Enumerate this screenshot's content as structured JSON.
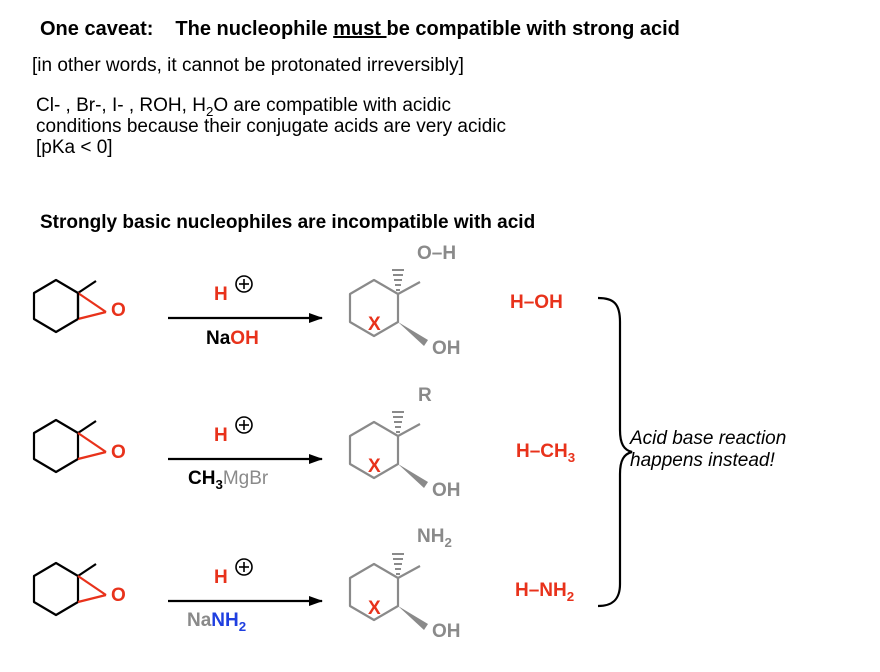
{
  "header": {
    "caveat_label": "One caveat:",
    "statement_pre": "The nucleophile ",
    "statement_emph": "must ",
    "statement_post": "be compatible with strong acid",
    "clarification": "[in other words, it cannot be protonated irreversibly]"
  },
  "compatible": {
    "line1_pre": "Cl- , Br-, I- , ROH, H",
    "line1_sub": "2",
    "line1_post": "O are compatible with acidic",
    "line2": "conditions because their conjugate acids are very acidic",
    "line3": "[pKa < 0]"
  },
  "section_title": "Strongly basic nucleophiles are incompatible with acid",
  "reactions": [
    {
      "reagent_top": "H",
      "charge": "+",
      "reagent_bottom": [
        {
          "text": "Na",
          "color": "black"
        },
        {
          "text": "OH",
          "color": "red"
        }
      ],
      "epoxide_o": "O",
      "product_top": "O–H",
      "product_x": "X",
      "product_oh": "OH",
      "acid_base_product": "H–OH"
    },
    {
      "reagent_top": "H",
      "charge": "+",
      "reagent_bottom_main": "CH",
      "reagent_bottom_sub": "3",
      "reagent_bottom_rest": "MgBr",
      "epoxide_o": "O",
      "product_top": "R",
      "product_x": "X",
      "product_oh": "OH",
      "acid_base_product_main": "H–CH",
      "acid_base_product_sub": "3"
    },
    {
      "reagent_top": "H",
      "charge": "+",
      "reagent_bottom_pre": "Na",
      "reagent_bottom_main": "NH",
      "reagent_bottom_sub": "2",
      "epoxide_o": "O",
      "product_top_main": "NH",
      "product_top_sub": "2",
      "product_x": "X",
      "product_oh": "OH",
      "acid_base_product_main": "H–NH",
      "acid_base_product_sub": "2"
    }
  ],
  "conclusion": {
    "line1": "Acid base reaction",
    "line2": "happens instead!"
  },
  "colors": {
    "red": "#e8321b",
    "gray": "#8a8a8a",
    "blue": "#1f3fe0"
  }
}
